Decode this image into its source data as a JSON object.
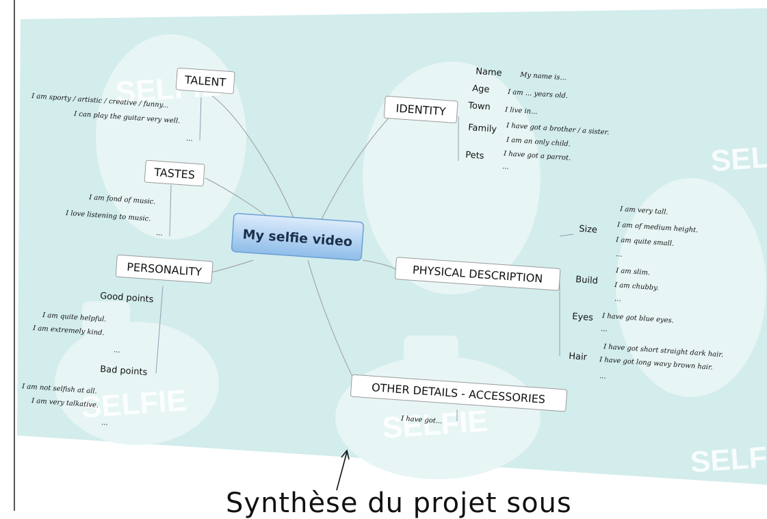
{
  "center": "My selfie video",
  "branches": {
    "talent": {
      "label": "TALENT",
      "items": [
        "I am sporty / artistic / creative / funny...",
        "I can play the guitar very well.",
        "..."
      ]
    },
    "tastes": {
      "label": "TASTES",
      "items": [
        "I am fond of music.",
        "I love listening to music.",
        "..."
      ]
    },
    "personality": {
      "label": "PERSONALITY",
      "good_label": "Good points",
      "good_items": [
        "I am quite helpful.",
        "I am extremely kind.",
        "..."
      ],
      "bad_label": "Bad points",
      "bad_items": [
        "I am not selfish at all.",
        "I am very talkative.",
        "..."
      ]
    },
    "identity": {
      "label": "IDENTITY",
      "name_label": "Name",
      "name_items": [
        "My name is..."
      ],
      "age_label": "Age",
      "age_items": [
        "I am ... years old."
      ],
      "town_label": "Town",
      "town_items": [
        "I live in..."
      ],
      "family_label": "Family",
      "family_items": [
        "I have got a brother / a sister.",
        "I am an only child."
      ],
      "pets_label": "Pets",
      "pets_items": [
        "I have got a parrot.",
        "..."
      ]
    },
    "physical": {
      "label": "PHYSICAL DESCRIPTION",
      "size_label": "Size",
      "size_items": [
        "I am very tall.",
        "I am of medium height.",
        "I am quite small.",
        "..."
      ],
      "build_label": "Build",
      "build_items": [
        "I am slim.",
        "I am chubby.",
        "..."
      ],
      "eyes_label": "Eyes",
      "eyes_items": [
        "I have got blue eyes.",
        "..."
      ],
      "hair_label": "Hair",
      "hair_items": [
        "I have got short straight dark hair.",
        "I have got long wavy brown hair.",
        "..."
      ]
    },
    "other": {
      "label": "OTHER DETAILS - ACCESSORIES",
      "items": [
        "I have got..."
      ]
    }
  },
  "watermark": "SELFIE",
  "caption": "Synthèse du projet sous"
}
